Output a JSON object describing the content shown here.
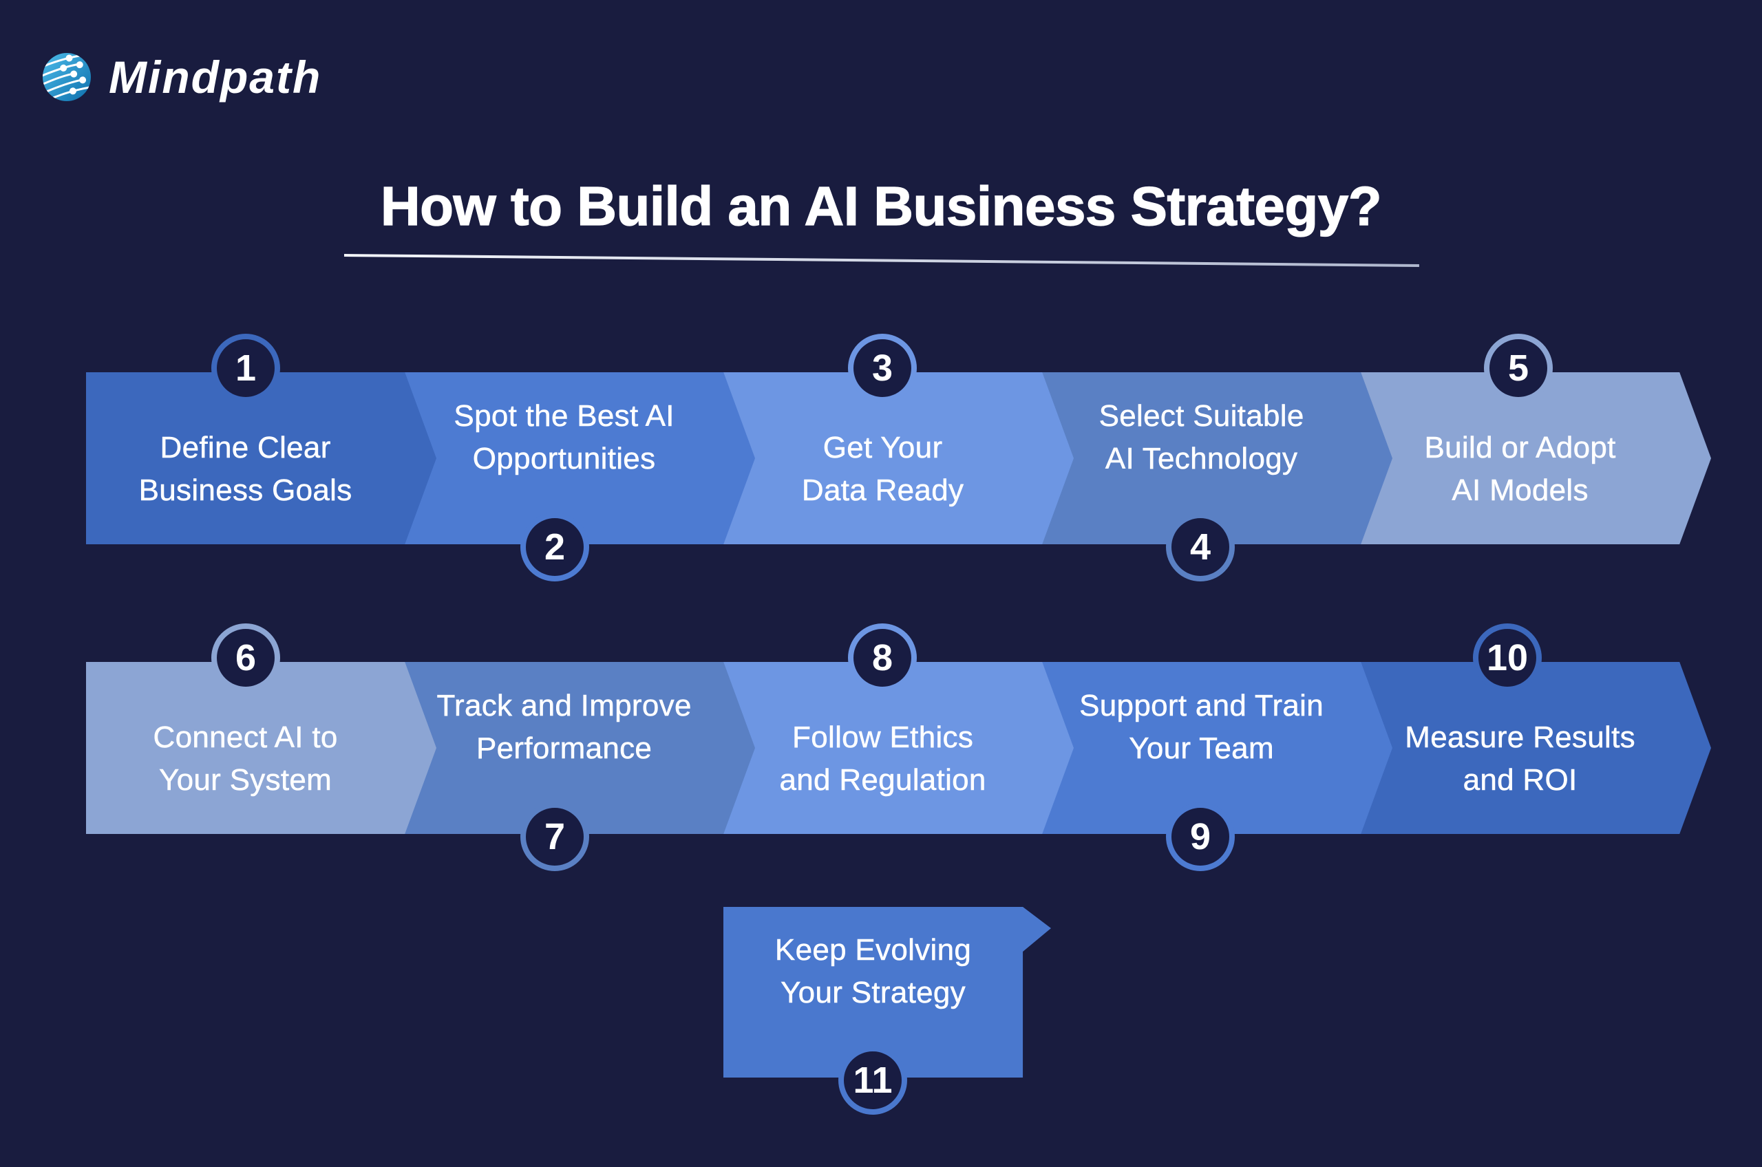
{
  "brand": {
    "name": "Mindpath"
  },
  "title": {
    "text": "How to Build an AI Business Strategy?"
  },
  "steps": [
    {
      "num": "1",
      "label": "Define Clear\nBusiness Goals",
      "color": "#3C68BD",
      "number_position": "top"
    },
    {
      "num": "2",
      "label": "Spot the Best AI\nOpportunities",
      "color": "#4D7BD2",
      "number_position": "bottom"
    },
    {
      "num": "3",
      "label": "Get Your\nData Ready",
      "color": "#6D96E3",
      "number_position": "top"
    },
    {
      "num": "4",
      "label": "Select Suitable\nAI Technology",
      "color": "#5A80C4",
      "number_position": "bottom"
    },
    {
      "num": "5",
      "label": "Build or Adopt\nAI Models",
      "color": "#8CA5D4",
      "number_position": "top"
    },
    {
      "num": "6",
      "label": "Connect AI to\nYour System",
      "color": "#8CA5D4",
      "number_position": "top"
    },
    {
      "num": "7",
      "label": "Track and Improve\nPerformance",
      "color": "#5A80C4",
      "number_position": "bottom"
    },
    {
      "num": "8",
      "label": "Follow Ethics\nand Regulation",
      "color": "#6D96E3",
      "number_position": "top"
    },
    {
      "num": "9",
      "label": "Support and Train\nYour Team",
      "color": "#4D7BD2",
      "number_position": "bottom"
    },
    {
      "num": "10",
      "label": "Measure Results\nand ROI",
      "color": "#3C68BD",
      "number_position": "top"
    },
    {
      "num": "11",
      "label": "Keep Evolving\nYour Strategy",
      "color": "#4A78CE",
      "number_position": "bottom"
    }
  ],
  "colors": {
    "background": "#191C3F",
    "badge_fill": "#181C42",
    "text": "#FFFFFF",
    "underline": "#E8ECF5",
    "globe_light": "#4DBCEA",
    "globe_dark": "#0E6FAC"
  }
}
